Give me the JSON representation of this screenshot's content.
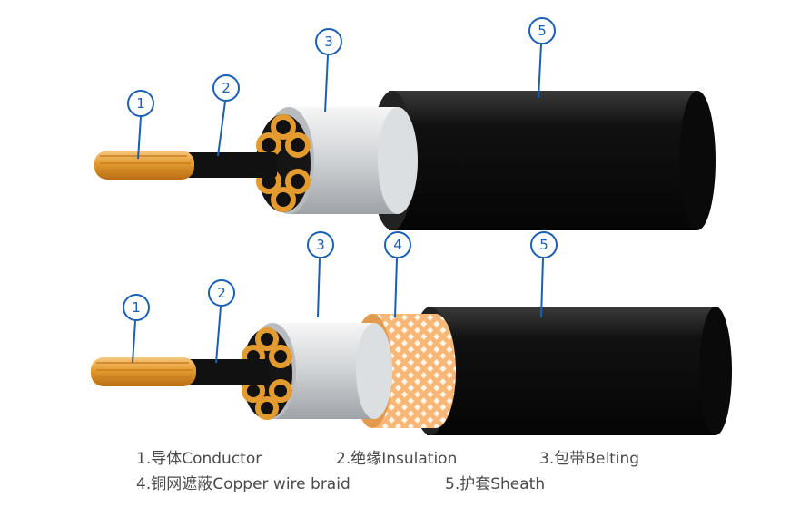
{
  "callouts": {
    "top": [
      "1",
      "2",
      "3",
      "5"
    ],
    "bottom": [
      "1",
      "2",
      "3",
      "4",
      "5"
    ]
  },
  "legend": {
    "row1": [
      "1.导体Conductor",
      "2.绝缘Insulation",
      "3.包带Belting"
    ],
    "row2": [
      "4.铜网遮蔽Copper wire braid",
      "5.护套Sheath"
    ]
  },
  "colors": {
    "callout": "#1a5fb4",
    "copper": "#e6a23c",
    "sheath": "#111111",
    "insulation": "#c9cccf",
    "braid": "#f0a860"
  }
}
